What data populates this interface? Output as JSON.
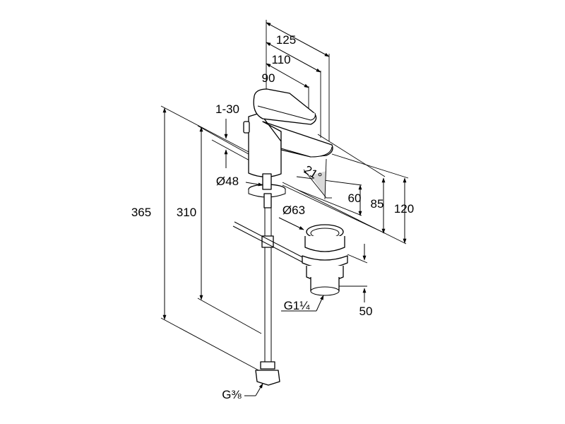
{
  "dimensions": {
    "width_125": "125",
    "width_110": "110",
    "width_90": "90",
    "deck_thickness": "1-30",
    "spout_angle": "21°",
    "height_60": "60",
    "height_85": "85",
    "height_120": "120",
    "total_height_365": "365",
    "hose_height_310": "310",
    "base_diameter": "Ø48",
    "waste_diameter": "Ø63",
    "waste_thread": "G1¼",
    "waste_depth_50": "50",
    "hose_thread": "G⅜"
  }
}
